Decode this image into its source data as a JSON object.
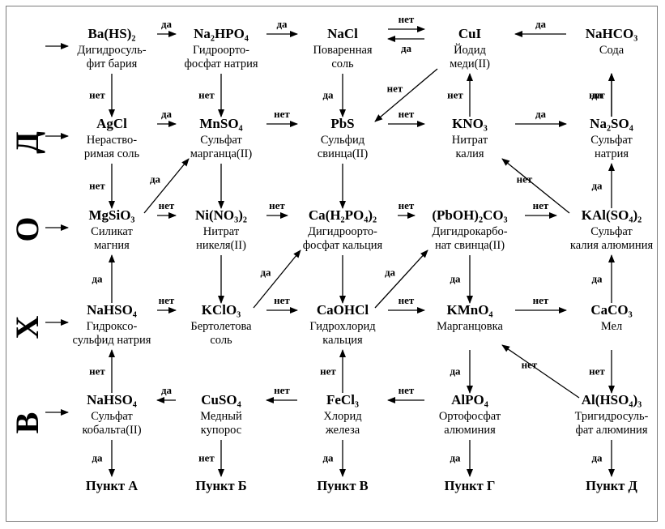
{
  "side_label": [
    "В",
    "Х",
    "О",
    "Д"
  ],
  "nodes": [
    {
      "id": "bahs",
      "formula": "Ba(HS)₂",
      "name": [
        "Дигидросуль-",
        "фит бария"
      ]
    },
    {
      "id": "na2hpo4",
      "formula": "Na₂HPO₄",
      "name": [
        "Гидроорто-",
        "фосфат натрия"
      ]
    },
    {
      "id": "nacl",
      "formula": "NaCl",
      "name": [
        "Поваренная",
        "соль"
      ]
    },
    {
      "id": "cui",
      "formula": "CuI",
      "name": [
        "Йодид",
        "меди(II)"
      ]
    },
    {
      "id": "nahco3",
      "formula": "NaHCO₃",
      "name": [
        "Сода"
      ]
    },
    {
      "id": "agcl",
      "formula": "AgCl",
      "name": [
        "Нераство-",
        "римая соль"
      ]
    },
    {
      "id": "mnso4",
      "formula": "MnSO₄",
      "name": [
        "Сульфат",
        "марганца(II)"
      ]
    },
    {
      "id": "pbs",
      "formula": "PbS",
      "name": [
        "Сульфид",
        "свинца(II)"
      ]
    },
    {
      "id": "kno3",
      "formula": "KNO₃",
      "name": [
        "Нитрат",
        "калия"
      ]
    },
    {
      "id": "na2so4",
      "formula": "Na₂SO₄",
      "name": [
        "Сульфат",
        "натрия"
      ]
    },
    {
      "id": "mgsio3",
      "formula": "MgSiO₃",
      "name": [
        "Силикат",
        "магния"
      ]
    },
    {
      "id": "nino3",
      "formula": "Ni(NO₃)₂",
      "name": [
        "Нитрат",
        "никеля(II)"
      ]
    },
    {
      "id": "cah2po4",
      "formula": "Ca(H₂PO₄)₂",
      "name": [
        "Дигидроорто-",
        "фосфат кальция"
      ]
    },
    {
      "id": "pboh",
      "formula": "(PbOH)₂CO₃",
      "name": [
        "Дигидрокарбо-",
        "нат свинца(II)"
      ]
    },
    {
      "id": "kalso4",
      "formula": "KAl(SO₄)₂",
      "name": [
        "Сульфат",
        "калия алюминия"
      ]
    },
    {
      "id": "nahso4a",
      "formula": "NaHSO₄",
      "name": [
        "Гидроксо-",
        "сульфид натрия"
      ]
    },
    {
      "id": "kclo3",
      "formula": "KClO₃",
      "name": [
        "Бертолетова",
        "соль"
      ]
    },
    {
      "id": "caohcl",
      "formula": "CaOHCl",
      "name": [
        "Гидрохлорид",
        "кальция"
      ]
    },
    {
      "id": "kmno4",
      "formula": "KMnO₄",
      "name": [
        "Марганцовка"
      ]
    },
    {
      "id": "caco3",
      "formula": "CaCO₃",
      "name": [
        "Мел"
      ]
    },
    {
      "id": "nahso4b",
      "formula": "NaHSO₄",
      "name": [
        "Сульфат",
        "кобальта(II)"
      ]
    },
    {
      "id": "cuso4",
      "formula": "CuSO₄",
      "name": [
        "Медный",
        "купорос"
      ]
    },
    {
      "id": "fecl3",
      "formula": "FeCl₃",
      "name": [
        "Хлорид",
        "железа"
      ]
    },
    {
      "id": "alpo4",
      "formula": "AlPO₄",
      "name": [
        "Ортофосфат",
        "алюминия"
      ]
    },
    {
      "id": "alhso4",
      "formula": "Al(HSO₄)₃",
      "name": [
        "Тригидросуль-",
        "фат алюминия"
      ]
    }
  ],
  "endpoints": [
    {
      "id": "pa",
      "label": "Пункт А"
    },
    {
      "id": "pb",
      "label": "Пункт Б"
    },
    {
      "id": "pv",
      "label": "Пункт В"
    },
    {
      "id": "pg",
      "label": "Пункт Г"
    },
    {
      "id": "pd",
      "label": "Пункт Д"
    }
  ],
  "edges": [
    {
      "from": "bahs",
      "to": "na2hpo4",
      "label": "да"
    },
    {
      "from": "na2hpo4",
      "to": "nacl",
      "label": "да"
    },
    {
      "from": "nacl",
      "to": "cui",
      "label": "нет"
    },
    {
      "from": "cui",
      "to": "nacl",
      "label": "да"
    },
    {
      "from": "nahco3",
      "to": "cui",
      "label": "да"
    },
    {
      "from": "bahs",
      "to": "agcl",
      "label": "нет"
    },
    {
      "from": "na2hpo4",
      "to": "mnso4",
      "label": "нет"
    },
    {
      "from": "nacl",
      "to": "pbs",
      "label": "да"
    },
    {
      "from": "cui",
      "to": "pbs",
      "label": "нет"
    },
    {
      "from": "kno3",
      "to": "cui",
      "label": "нет"
    },
    {
      "from": "na2so4",
      "to": "nahco3",
      "label": "нет"
    },
    {
      "from": "na2so4",
      "to": "nahco3",
      "label": "да"
    },
    {
      "from": "agcl",
      "to": "mnso4",
      "label": "да"
    },
    {
      "from": "mnso4",
      "to": "pbs",
      "label": "нет"
    },
    {
      "from": "pbs",
      "to": "kno3",
      "label": "нет"
    },
    {
      "from": "kno3",
      "to": "na2so4",
      "label": "да"
    },
    {
      "from": "agcl",
      "to": "mgsio3",
      "label": "нет"
    },
    {
      "from": "mgsio3",
      "to": "mnso4",
      "label": "да"
    },
    {
      "from": "mnso4",
      "to": "nino3",
      "label": ""
    },
    {
      "from": "pbs",
      "to": "cah2po4",
      "label": ""
    },
    {
      "from": "kalso4",
      "to": "kno3",
      "label": "нет"
    },
    {
      "from": "kalso4",
      "to": "na2so4",
      "label": "да"
    },
    {
      "from": "mgsio3",
      "to": "nino3",
      "label": "нет"
    },
    {
      "from": "nino3",
      "to": "cah2po4",
      "label": "нет"
    },
    {
      "from": "cah2po4",
      "to": "pboh",
      "label": "нет"
    },
    {
      "from": "pboh",
      "to": "kalso4",
      "label": "нет"
    },
    {
      "from": "nahso4a",
      "to": "mgsio3",
      "label": "да"
    },
    {
      "from": "nino3",
      "to": "kclo3",
      "label": ""
    },
    {
      "from": "kclo3",
      "to": "cah2po4",
      "label": "да"
    },
    {
      "from": "cah2po4",
      "to": "caohcl",
      "label": ""
    },
    {
      "from": "caohcl",
      "to": "pboh",
      "label": "да"
    },
    {
      "from": "pboh",
      "to": "kmno4",
      "label": "да"
    },
    {
      "from": "caco3",
      "to": "kalso4",
      "label": "да"
    },
    {
      "from": "nahso4a",
      "to": "kclo3",
      "label": "нет"
    },
    {
      "from": "kclo3",
      "to": "caohcl",
      "label": "нет"
    },
    {
      "from": "caohcl",
      "to": "kmno4",
      "label": "нет"
    },
    {
      "from": "kmno4",
      "to": "caco3",
      "label": "нет"
    },
    {
      "from": "nahso4b",
      "to": "nahso4a",
      "label": "нет"
    },
    {
      "from": "fecl3",
      "to": "caohcl",
      "label": "нет"
    },
    {
      "from": "kmno4",
      "to": "alpo4",
      "label": "да"
    },
    {
      "from": "alhso4",
      "to": "kmno4",
      "label": "нет"
    },
    {
      "from": "caco3",
      "to": "alhso4",
      "label": "нет"
    },
    {
      "from": "cuso4",
      "to": "nahso4b",
      "label": "да"
    },
    {
      "from": "fecl3",
      "to": "cuso4",
      "label": "нет"
    },
    {
      "from": "alpo4",
      "to": "fecl3",
      "label": "нет"
    },
    {
      "from": "nahso4b",
      "to": "pa",
      "label": "да"
    },
    {
      "from": "cuso4",
      "to": "pb",
      "label": "нет"
    },
    {
      "from": "fecl3",
      "to": "pv",
      "label": "да"
    },
    {
      "from": "alpo4",
      "to": "pg",
      "label": "да"
    },
    {
      "from": "alhso4",
      "to": "pd",
      "label": "да"
    }
  ],
  "entry_arrows": [
    "bahs",
    "agcl",
    "mgsio3",
    "nahso4a",
    "nahso4b"
  ]
}
